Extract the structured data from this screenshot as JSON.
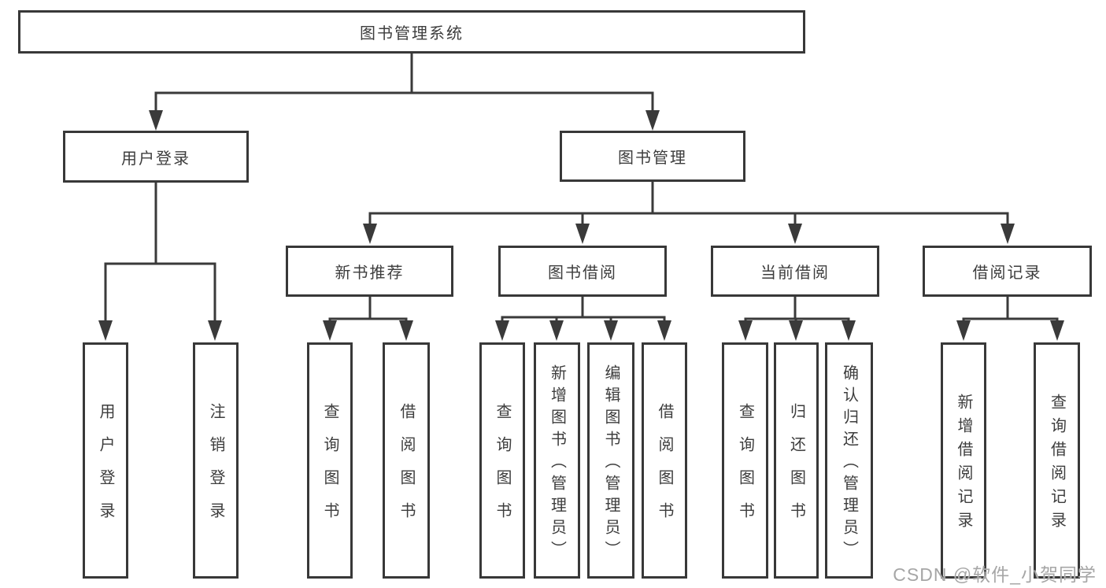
{
  "diagram": {
    "root": {
      "label": "图书管理系统",
      "children": [
        {
          "label": "用户登录",
          "children": [
            {
              "label": "用户登录"
            },
            {
              "label": "注销登录"
            }
          ]
        },
        {
          "label": "图书管理",
          "children": [
            {
              "label": "新书推荐",
              "children": [
                {
                  "label": "查询图书"
                },
                {
                  "label": "借阅图书"
                }
              ]
            },
            {
              "label": "图书借阅",
              "children": [
                {
                  "label": "查询图书"
                },
                {
                  "label": "新增图书（管理员）"
                },
                {
                  "label": "编辑图书（管理员）"
                },
                {
                  "label": "借阅图书"
                }
              ]
            },
            {
              "label": "当前借阅",
              "children": [
                {
                  "label": "查询图书"
                },
                {
                  "label": "归还图书"
                },
                {
                  "label": "确认归还（管理员）"
                }
              ]
            },
            {
              "label": "借阅记录",
              "children": [
                {
                  "label": "新增借阅记录"
                },
                {
                  "label": "查询借阅记录"
                }
              ]
            }
          ]
        }
      ]
    }
  },
  "colors": {
    "line": "#3a3a3a",
    "box_border": "#383838",
    "text": "#3d3d3d",
    "watermark_text": "#a6a6a6",
    "background": "#ffffff"
  },
  "watermark": "CSDN @软件_小贺同学"
}
